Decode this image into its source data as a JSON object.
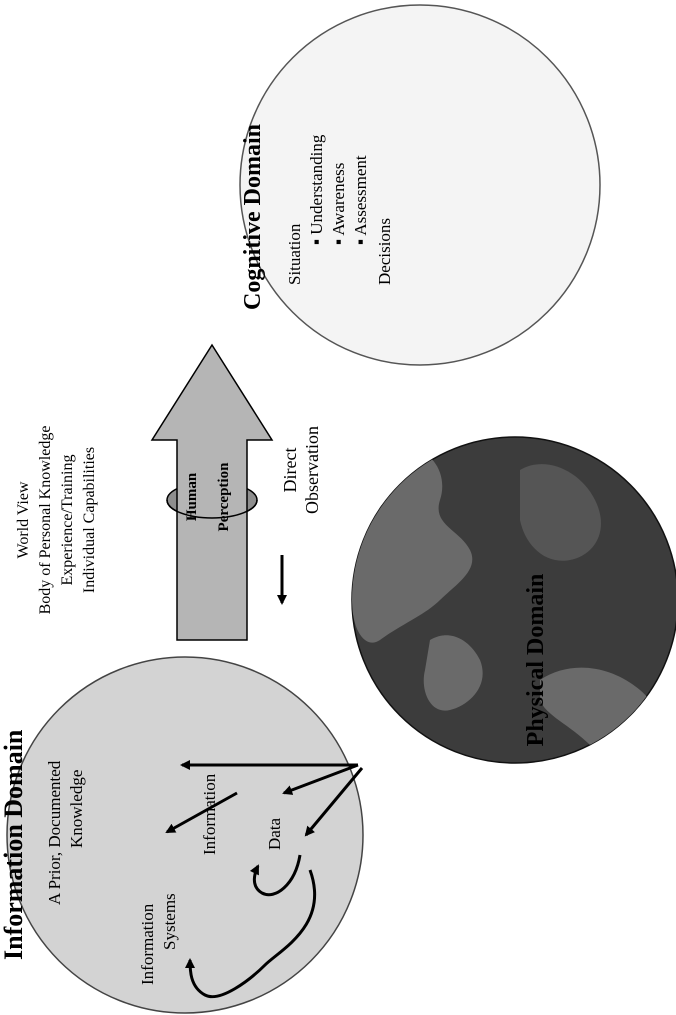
{
  "cognitive_domain": {
    "title": "Cognitive Domain",
    "situation": "Situation",
    "bullets": [
      "▪ Understanding",
      "▪ Awareness",
      "▪ Assessment"
    ],
    "decisions": "Decisions"
  },
  "world_view": {
    "lines": [
      "World View",
      "Body of Personal Knowledge",
      "Experience/Training",
      "Individual Capabilities"
    ]
  },
  "human_perception": {
    "line1": "Human",
    "line2": "Perception"
  },
  "direct_observation": {
    "line1": "Direct",
    "line2": "Observation"
  },
  "information_domain": {
    "title": "Information Domain",
    "subtitle_1": "A Prior, Documented",
    "subtitle_2": "Knowledge",
    "information": "Information",
    "data": "Data",
    "systems_1": "Information",
    "systems_2": "Systems"
  },
  "physical_domain": {
    "title": "Physical Domain"
  },
  "colors": {
    "cognitive_fill": "#f4f4f4",
    "info_fill": "#d3d3d3",
    "globe_ocean": "#3c3c3c",
    "globe_land": "#6a6a6a",
    "arrow_fill": "#b5b5b5",
    "ring_fill": "#8e8e8e"
  }
}
